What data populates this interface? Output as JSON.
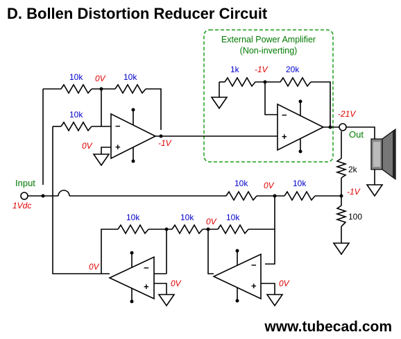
{
  "title": "D. Bollen Distortion Reducer Circuit",
  "website": "www.tubecad.com",
  "external_box": {
    "line1": "External Power Amplifier",
    "line2": "(Non-inverting)",
    "accent_color": "#1a9e1a"
  },
  "input": {
    "label": "Input",
    "voltage": "1Vdc"
  },
  "output": {
    "label": "Out",
    "voltage": "-21V"
  },
  "resistors": {
    "r_top_feedback_a": "10k",
    "r_top_feedback_b": "10k",
    "r_input_inv": "10k",
    "r_amp_ground": "1k",
    "r_amp_feedback": "20k",
    "r_divider_top": "2k",
    "r_divider_bottom": "100",
    "r_sense_a": "10k",
    "r_sense_b": "10k",
    "r_bottom_left_feedback": "10k",
    "r_bottom_link": "10k",
    "r_bottom_right_feedback": "10k"
  },
  "voltages": {
    "top_junction": "0V",
    "top_plus": "0V",
    "top_out": "-1V",
    "amp_inverting": "-1V",
    "sense_junction": "0V",
    "divider_tap": "-1V",
    "bottom_link_junction": "0V",
    "bottom_left_in": "0V",
    "bottom_left_plus": "0V",
    "bottom_right_plus": "0V"
  },
  "colors": {
    "resistor_label": "#0000cc",
    "voltage_label": "#e00000",
    "green_label": "#007a00"
  }
}
